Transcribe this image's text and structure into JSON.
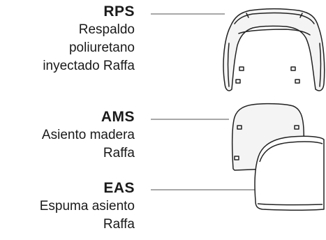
{
  "items": [
    {
      "code": "RPS",
      "description_lines": [
        "Respaldo",
        "poliuretano",
        "inyectado Raffa"
      ]
    },
    {
      "code": "AMS",
      "description_lines": [
        "Asiento madera",
        "Raffa"
      ]
    },
    {
      "code": "EAS",
      "description_lines": [
        "Espuma asiento",
        "Raffa"
      ]
    }
  ],
  "colors": {
    "text": "#1a1a1a",
    "outline": "#222222",
    "fill_light": "#f4f4f4",
    "leader_line": "#8c8c8c"
  }
}
